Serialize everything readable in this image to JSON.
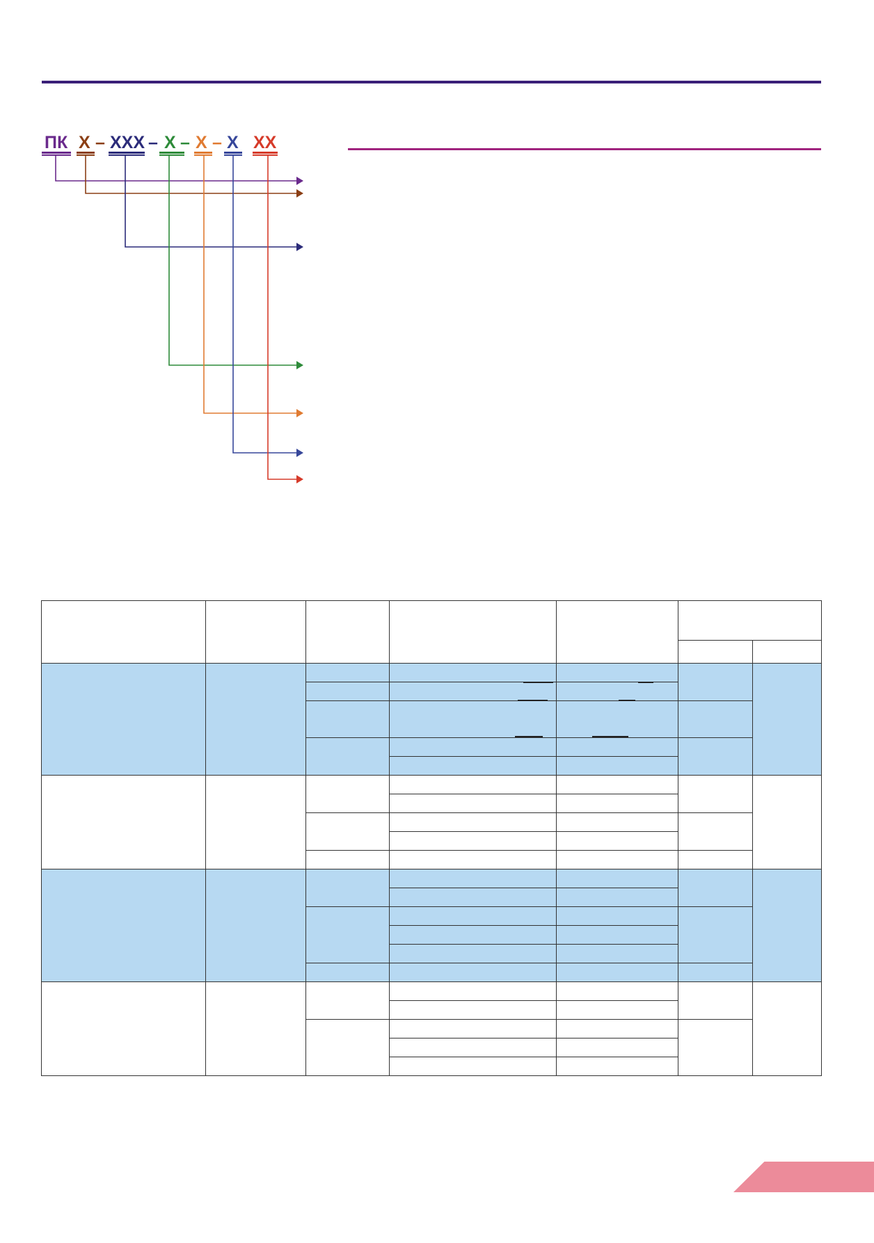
{
  "model_code": {
    "parts": [
      {
        "text": "ПК",
        "color": "#6a2a8c"
      },
      {
        "text": "Х",
        "color": "#8b3f15"
      },
      {
        "text": "–",
        "color": "#8b3f15"
      },
      {
        "text": "ХХХ",
        "color": "#2c2c7a"
      },
      {
        "text": "–",
        "color": "#2c2c7a"
      },
      {
        "text": "Х",
        "color": "#2e8b3a"
      },
      {
        "text": "–",
        "color": "#2e8b3a"
      },
      {
        "text": "Х",
        "color": "#e07b32"
      },
      {
        "text": "–",
        "color": "#e07b32"
      },
      {
        "text": "Х",
        "color": "#37479a"
      },
      {
        "text": "ХХ",
        "color": "#d63b2a"
      }
    ]
  },
  "colors": {
    "top_rule": "#3a1f78",
    "section_rule": "#a0237e",
    "table_fill": "#b7d9f2",
    "corner_tab": "#ec8b9a"
  }
}
